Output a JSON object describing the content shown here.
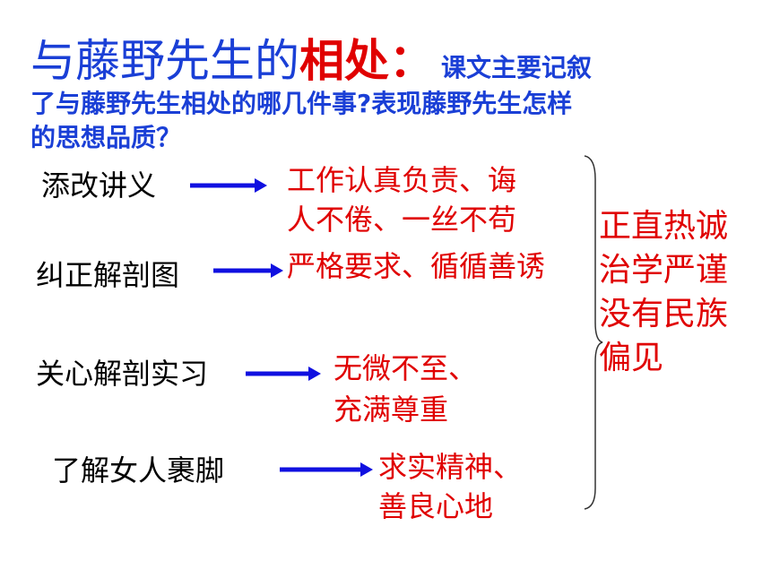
{
  "title": {
    "main": "与藤野先生的",
    "highlight": "相处：",
    "tail": "课文主要记叙"
  },
  "question": {
    "line1": "了与藤野先生相处的哪几件事?表现藤野先生怎样",
    "line2": "的思想品质？"
  },
  "events": [
    {
      "label": "添改讲义",
      "qualities": [
        "工作认真负责、诲",
        "人不倦、一丝不苟"
      ]
    },
    {
      "label": "纠正解剖图",
      "qualities": [
        "严格要求、循循善诱"
      ]
    },
    {
      "label": "关心解剖实习",
      "qualities": [
        "无微不至、",
        "充满尊重"
      ]
    },
    {
      "label": "了解女人裹脚",
      "qualities": [
        "求实精神、",
        "善良心地"
      ]
    }
  ],
  "summary": [
    "正直热诚",
    "治学严谨",
    "没有民族",
    "偏见"
  ],
  "colors": {
    "title_blue": "#1a3fd6",
    "highlight_red": "#e00000",
    "arrow_blue": "#1010e0",
    "text_black": "#000000"
  }
}
